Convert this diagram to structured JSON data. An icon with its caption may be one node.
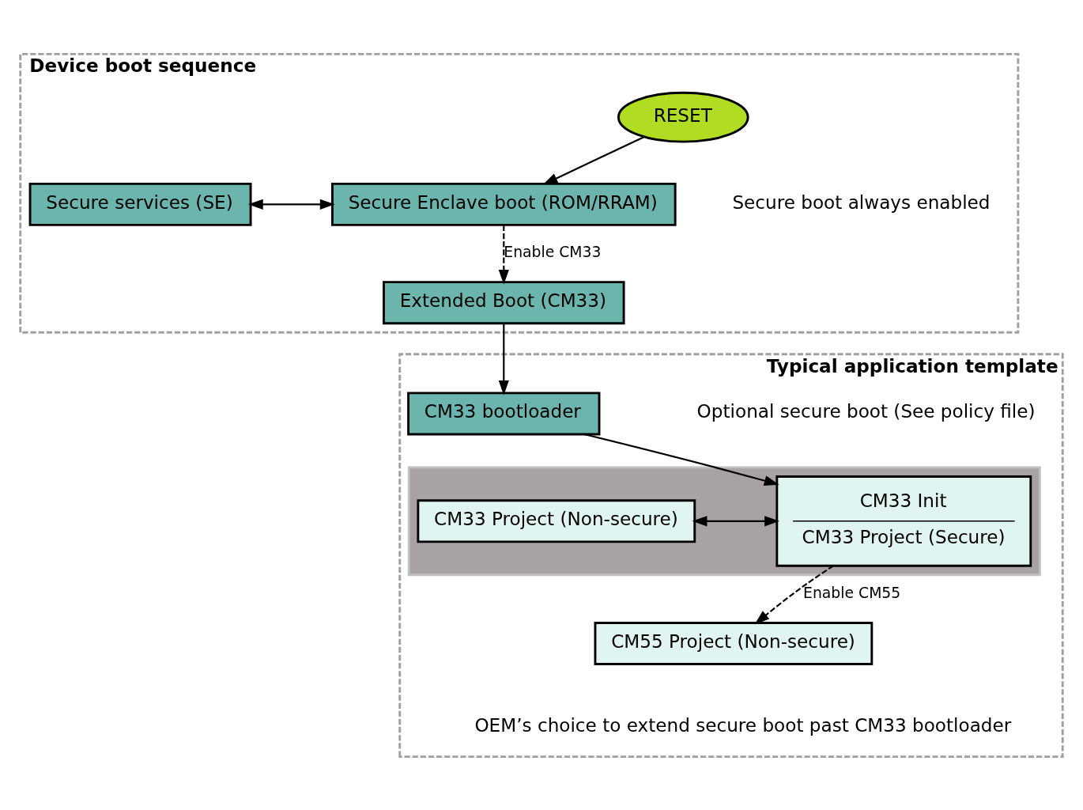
{
  "diagram": {
    "nodes": [
      {
        "text": [
          "Device boot sequence"
        ]
      },
      {
        "text": [
          "RESET"
        ],
        "in": 0
      },
      {
        "text": [
          "Secure services (SE)"
        ],
        "in": 0
      },
      {
        "text": [
          "Secure Enclave boot (ROM/RRAM)"
        ],
        "in": 0
      },
      {
        "text": [
          "Extended Boot (CM33)"
        ],
        "in": 0
      },
      {
        "text": [
          "Typical application template",
          "OEM’s choice to extend secure boot past CM33 bootloader"
        ]
      },
      {
        "text": [
          "CM33 bootloader"
        ],
        "in": 5
      },
      {
        "text": [],
        "shape": "box",
        "in": 5
      },
      {
        "text": [
          "CM33 Init",
          "CM33 Project (Secure)"
        ],
        "in": 7
      },
      {
        "text": [
          "CM33 Project (Non-secure)"
        ],
        "in": 7
      },
      {
        "text": [
          "CM55 Project (Non-secure)"
        ],
        "in": 5
      }
    ],
    "edges": [
      {
        "from": 1,
        "to": 3,
        "arrow": "to"
      },
      {
        "from": 2,
        "to": 3,
        "arrow": "both"
      },
      {
        "from": 3,
        "to": 4,
        "arrow": "to",
        "label": "Enable CM33",
        "style": "dashed"
      },
      {
        "from": 4,
        "to": 6,
        "arrow": "to"
      },
      {
        "from": 6,
        "to": 8,
        "arrow": "to"
      },
      {
        "from": 9,
        "to": 8,
        "arrow": "both"
      },
      {
        "from": 8,
        "to": 10,
        "arrow": "to",
        "label": "Enable CM55",
        "style": "dashed"
      }
    ],
    "labels": [
      "Secure boot always enabled",
      "Optional secure boot (See policy file)"
    ]
  }
}
